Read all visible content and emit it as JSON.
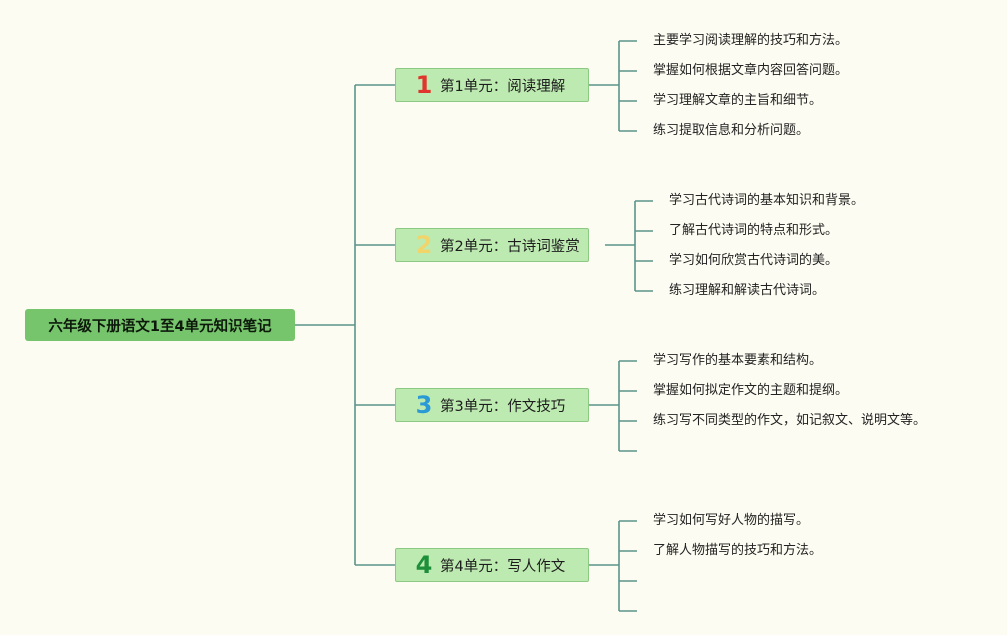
{
  "root": {
    "title": "六年级下册语文1至4单元知识笔记"
  },
  "units": [
    {
      "number": "1",
      "label": "第1单元：阅读理解",
      "number_color": "#e0342d",
      "points": [
        "主要学习阅读理解的技巧和方法。",
        "掌握如何根据文章内容回答问题。",
        "学习理解文章的主旨和细节。",
        "练习提取信息和分析问题。"
      ]
    },
    {
      "number": "2",
      "label": "第2单元：古诗词鉴赏",
      "number_color": "#f1d46a",
      "points": [
        "学习古代诗词的基本知识和背景。",
        "了解古代诗词的特点和形式。",
        "学习如何欣赏古代诗词的美。",
        "练习理解和解读古代诗词。"
      ]
    },
    {
      "number": "3",
      "label": "第3单元：作文技巧",
      "number_color": "#2a9ad6",
      "points": [
        "学习写作的基本要素和结构。",
        "掌握如何拟定作文的主题和提纲。",
        "练习写不同类型的作文，如记叙文、说明文等。",
        ""
      ]
    },
    {
      "number": "4",
      "label": "第4单元：写人作文",
      "number_color": "#1d8f3a",
      "points": [
        "学习如何写好人物的描写。",
        "了解人物描写的技巧和方法。",
        "",
        ""
      ]
    }
  ],
  "colors": {
    "connector": "#5b948a",
    "root_fill": "#76c46c",
    "unit_fill": "#bdeab0",
    "background": "#fdfcf2"
  }
}
